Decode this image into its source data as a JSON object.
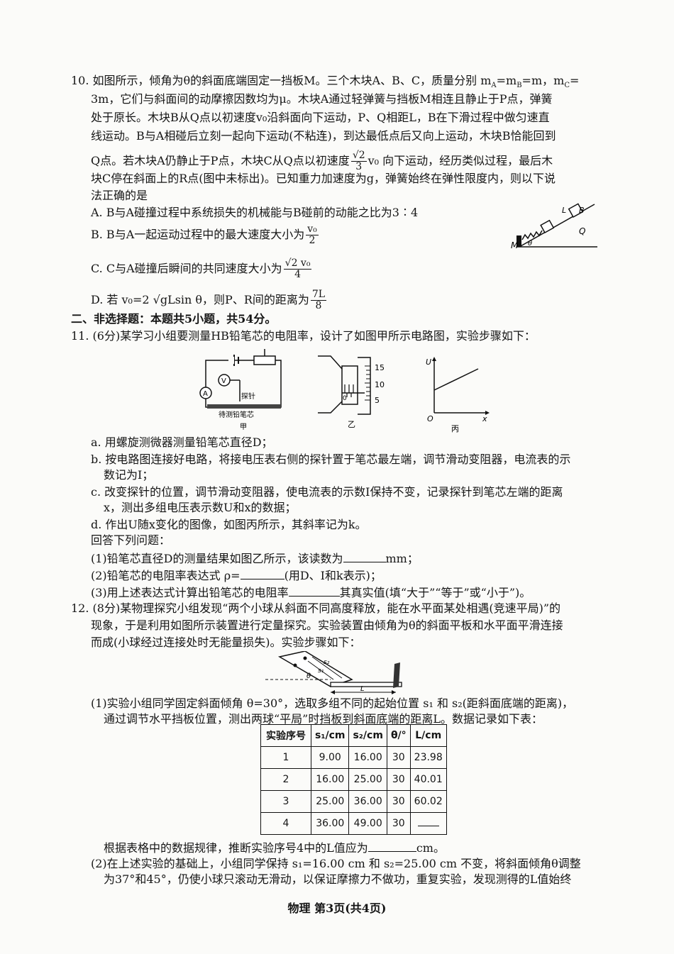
{
  "q10": {
    "l1": "10. 如图所示，倾角为θ的斜面底端固定一挡板M。三个木块A、B、C，质量分别 m",
    "l1b": "A",
    "l1c": "=m",
    "l1d": "B",
    "l1e": "=m，m",
    "l1f": "C",
    "l1g": "=",
    "l2": "3m，它们与斜面间的动摩擦因数均为μ。木块A通过轻弹簧与挡板M相连且静止于P点，弹簧",
    "l3": "处于原长。木块B从Q点以初速度v₀沿斜面向下运动，P、Q相距L，B在下滑过程中做匀速直",
    "l4": "线运动。B与A相碰后立刻一起向下运动(不粘连)，到达最低点后又向上运动，木块B恰能回到",
    "l5a": "Q点。若木块A仍静止于P点，木块C从Q点以初速度",
    "l5_num": "√2",
    "l5_den": "3",
    "l5b": "v₀ 向下运动，经历类似过程，最后木",
    "l6": "块C停在斜面上的R点(图中未标出)。已知重力加速度为g，弹簧始终在弹性限度内，则以下说",
    "l7": "法正确的是",
    "optA": "A. B与A碰撞过程中系统损失的机械能与B碰前的动能之比为3∶4",
    "optB": "B. B与A一起运动过程中的最大速度大小为",
    "optB_num": "v₀",
    "optB_den": "2",
    "optC": "C. C与A碰撞后瞬间的共同速度大小为",
    "optC_num": "√2 v₀",
    "optC_den": "4",
    "optD": "D. 若 v₀=2 √gLsin θ，则P、R间的距离为",
    "optD_num": "7L",
    "optD_den": "8",
    "fig_labels": {
      "L": "L",
      "B": "B",
      "Q": "Q",
      "M": "M",
      "theta": "θ"
    }
  },
  "section2": "二、非选择题：本题共5小题，共54分。",
  "q11": {
    "intro": "11. (6分)某学习小组要测量HB铅笔芯的电阻率，设计了如图甲所示电路图，实验步骤如下：",
    "fig_jia": {
      "V": "V",
      "A": "A",
      "probe": "探针",
      "core": "待测铅笔芯",
      "caption": "甲"
    },
    "fig_yi": {
      "t15": "15",
      "t10": "10",
      "t5": "5",
      "t0": "0",
      "caption": "乙"
    },
    "fig_bing": {
      "U": "U",
      "x": "x",
      "O": "O",
      "caption": "丙"
    },
    "a": "a. 用螺旋测微器测量铅笔芯直径D；",
    "b1": "b. 按电路图连接好电路，将接电压表右侧的探针置于笔芯最左端，调节滑动变阻器，电流表的示",
    "b2": "数记为I；",
    "c1": "c. 改变探针的位置，调节滑动变阻器，使电流表的示数I保持不变，记录探针到笔芯左端的距离",
    "c2": "x，测出多组电压表示数U和x的数据；",
    "d": "d. 作出U随x变化的图像，如图丙所示，其斜率记为k。",
    "ask": "回答下列问题：",
    "s1a": "(1)铅笔芯直径D的测量结果如图乙所示，该读数为",
    "s1b": "mm；",
    "s2a": "(2)铅笔芯的电阻率表达式 ρ=",
    "s2b": "(用D、I和k表示)；",
    "s3a": "(3)用上述表达式计算出铅笔芯的电阻率",
    "s3b": "其真实值(填“大于”“等于”或“小于”)。"
  },
  "q12": {
    "l1": "12. (8分)某物理探究小组发现“两个小球从斜面不同高度释放，能在水平面某处相遇(竞速平局)”的",
    "l2": "现象，于是利用如图所示装置进行定量探究。实验装置由倾角为θ的斜面平板和水平面平滑连接",
    "l3": "而成(小球经过连接处时无能量损失)。实验步骤如下：",
    "fig": {
      "s1": "s₁",
      "s2": "s₂",
      "theta": "θ",
      "L": "L"
    },
    "p1a": "(1)实验小组同学固定斜面倾角 θ=30°，选取多组不同的起始位置 s₁ 和 s₂(距斜面底端的距离)，",
    "p1b": "通过调节水平挡板位置，测出两球“平局”时挡板到斜面底端的距离L。数据记录如下表：",
    "table": {
      "headers": [
        "实验序号",
        "s₁/cm",
        "s₂/cm",
        "θ/°",
        "L/cm"
      ],
      "rows": [
        [
          "1",
          "9.00",
          "16.00",
          "30",
          "23.98"
        ],
        [
          "2",
          "16.00",
          "25.00",
          "30",
          "40.01"
        ],
        [
          "3",
          "25.00",
          "36.00",
          "30",
          "60.02"
        ],
        [
          "4",
          "36.00",
          "49.00",
          "30",
          ""
        ]
      ]
    },
    "after_a": "根据表格中的数据规律，推断实验序号4中的L值应为",
    "after_b": "cm。",
    "p2a": "(2)在上述实验的基础上，小组同学保持 s₁=16.00 cm 和 s₂=25.00 cm 不变，将斜面倾角θ调整",
    "p2b": "为37°和45°，仍使小球只滚动无滑动，以保证摩擦力不做功，重复实验，发现测得的L值始终"
  },
  "footer": "物理  第3页(共4页)"
}
